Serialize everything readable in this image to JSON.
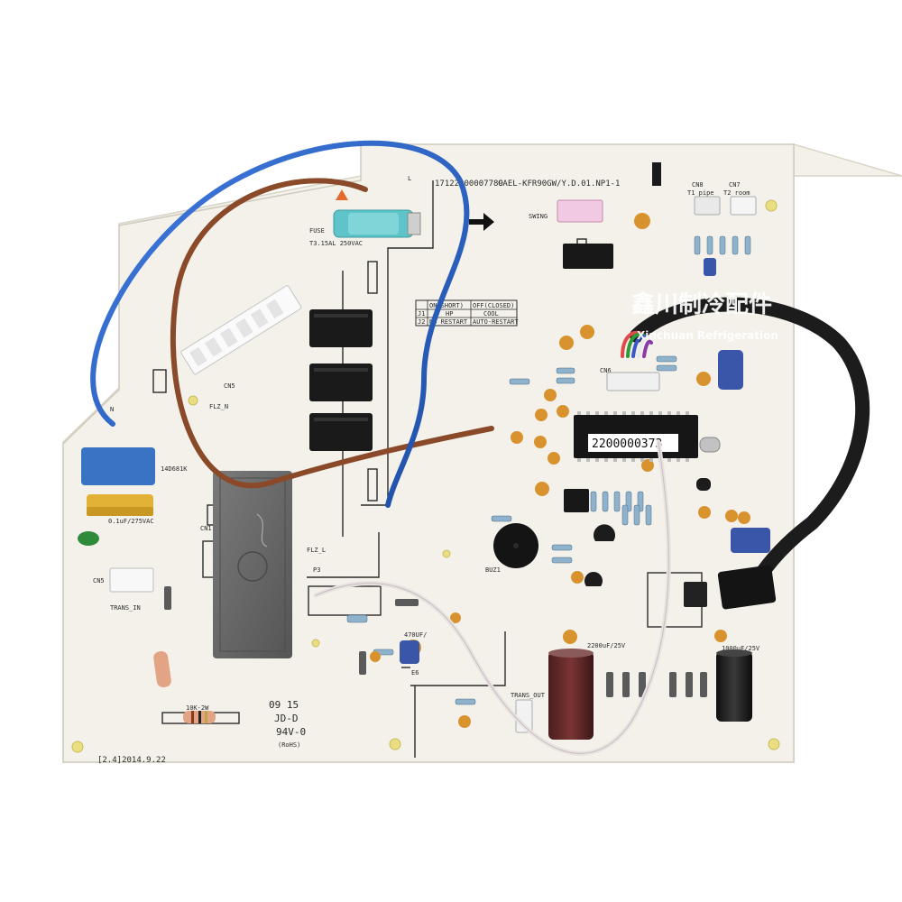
{
  "board": {
    "part_number": "CAEL-KFR90GW/Y.D.01.NP1-1",
    "top_serial": "17122000007789",
    "revision_date": "[2.4]2014.9.22",
    "barcode_label": "2200000373",
    "ul_mark": "94V-0",
    "jd_mark": "JD-D",
    "date_code": "09 15",
    "rohs": "(RoHS)",
    "fuse_rating": "T3.15AL 250VAC"
  },
  "silkscreen": {
    "fuse": "FUSE",
    "cn5": "CN5",
    "cn5_lower": "CN5",
    "cn6": "CN6",
    "cn7": "CN7",
    "cn8": "CN8",
    "cn1": "CN1",
    "swing": "SWING",
    "t1_pipe": "T1_pipe",
    "t2_room": "T2_room",
    "flz_n": "FLZ_N",
    "flz_l": "FLZ_L",
    "trans_in": "TRANS_IN",
    "trans_out": "TRANS_OUT",
    "n_mark": "N",
    "l_mark": "L",
    "p3": "P3",
    "e6": "E6",
    "buz": "BUZ1",
    "varistor": "14D681K",
    "x_cap": "0.1uF/275VAC",
    "cap_470": "470UF/",
    "cap_2200": "2200uF/25V",
    "cap_1000": "1000uF/25V",
    "resistor_10k": "10K-2W",
    "jumper_table": {
      "header": [
        "",
        "ON(SHORT)",
        "OFF(CLOSED)"
      ],
      "rows": [
        [
          "J1",
          "HP",
          "COOL"
        ],
        [
          "J2",
          "NO RESTART",
          "AUTO-RESTART"
        ]
      ]
    }
  },
  "watermark": {
    "cn": "鑫川制冷配件",
    "en": "Xinchuan Refrigeration"
  },
  "colors": {
    "pcb": "#f3f1ea",
    "silk": "#2b2b2b",
    "relay": "#1a1a1a",
    "blue_wire": "#2f64c8",
    "brown_wire": "#8a4a2a",
    "white_wire": "#e8e2e2",
    "black_cable": "#1c1c1c",
    "transformer": "#6b6b6b",
    "cap_yellow": "#e2b236",
    "cap_blue": "#3a73c4",
    "elec_cap_brown": "#6a2e2e"
  }
}
